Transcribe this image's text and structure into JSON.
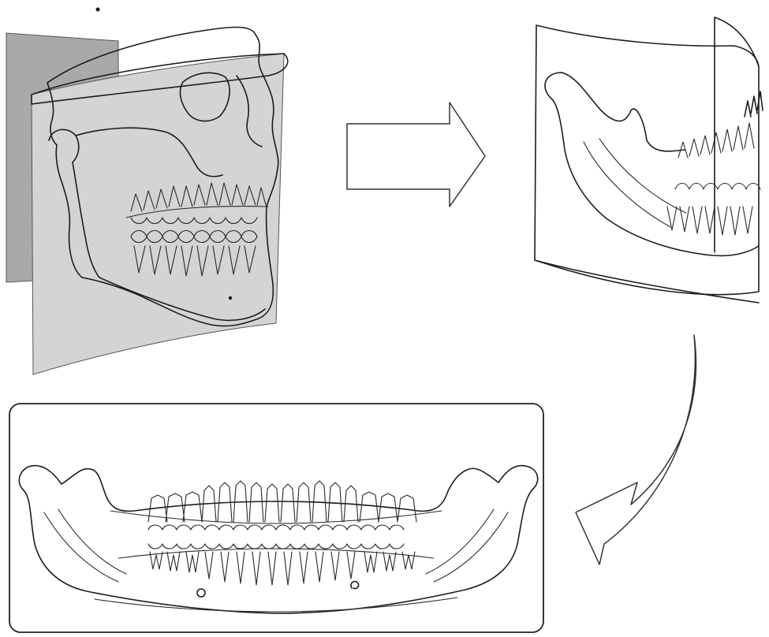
{
  "diagram": {
    "panels": [
      {
        "id": "skull-with-curved-image-layer",
        "kind": "illustration"
      },
      {
        "id": "unrolled-focal-trough",
        "kind": "illustration"
      },
      {
        "id": "flattened-panoramic-view",
        "kind": "illustration"
      }
    ],
    "arrows": [
      {
        "from": "skull-with-curved-image-layer",
        "to": "unrolled-focal-trough",
        "style": "block-arrow-outline"
      },
      {
        "from": "unrolled-focal-trough",
        "to": "flattened-panoramic-view",
        "style": "curved-arrow-outline"
      }
    ],
    "colors": {
      "line": "#1c1c1c",
      "plane_dark": "#a9a9a9",
      "plane_light": "#d4d4d4",
      "bone_fill": "#e9e9e9",
      "background": "#ffffff"
    }
  }
}
